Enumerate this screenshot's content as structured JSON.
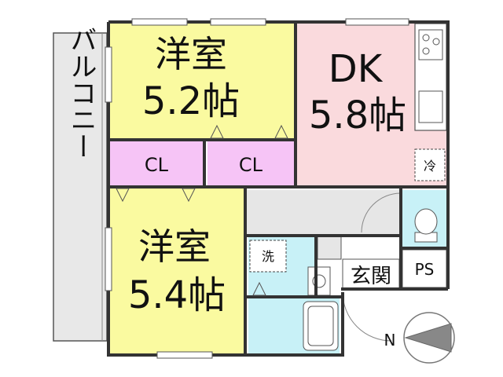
{
  "rooms": {
    "western_room_top": {
      "name": "洋室",
      "size": "5.2帖"
    },
    "dk": {
      "name": "DK",
      "size": "5.8帖"
    },
    "western_room_bottom": {
      "name": "洋室",
      "size": "5.4帖"
    }
  },
  "closets": {
    "left": "CL",
    "right": "CL"
  },
  "balcony": "バルコニー",
  "entrance": "玄関",
  "pipe_space": "PS",
  "fridge_mark": "冷",
  "washer_mark": "洗",
  "compass": {
    "label": "N"
  },
  "colors": {
    "western_room": "#fafaa0",
    "dk": "#fadadd",
    "closet": "#f6c4f6",
    "wet_area": "#c8f1f7",
    "balcony": "#e8e8e8",
    "hallway": "#e6e6e6",
    "wall": "#333333"
  }
}
